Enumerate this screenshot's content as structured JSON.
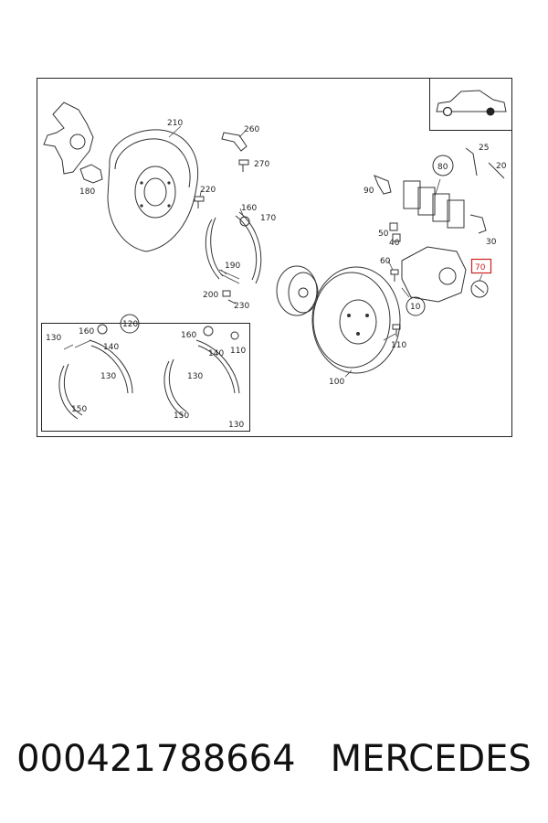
{
  "diagram": {
    "labels": {
      "l10": "10",
      "l20": "20",
      "l25": "25",
      "l30": "30",
      "l40": "40",
      "l50": "50",
      "l60": "60",
      "l70": "70",
      "l80": "80",
      "l90": "90",
      "l100": "100",
      "l110": "110",
      "l120": "120",
      "l130": "130",
      "l140": "140",
      "l150": "150",
      "l160": "160",
      "l170": "170",
      "l180": "180",
      "l190": "190",
      "l200": "200",
      "l210": "210",
      "l220": "220",
      "l230": "230",
      "l260": "260",
      "l270": "270"
    },
    "highlight_color": "#cc2222",
    "car_icon": "sedan-car-icon"
  },
  "caption": {
    "part_number": "000421788664",
    "brand": "MERCEDES"
  }
}
